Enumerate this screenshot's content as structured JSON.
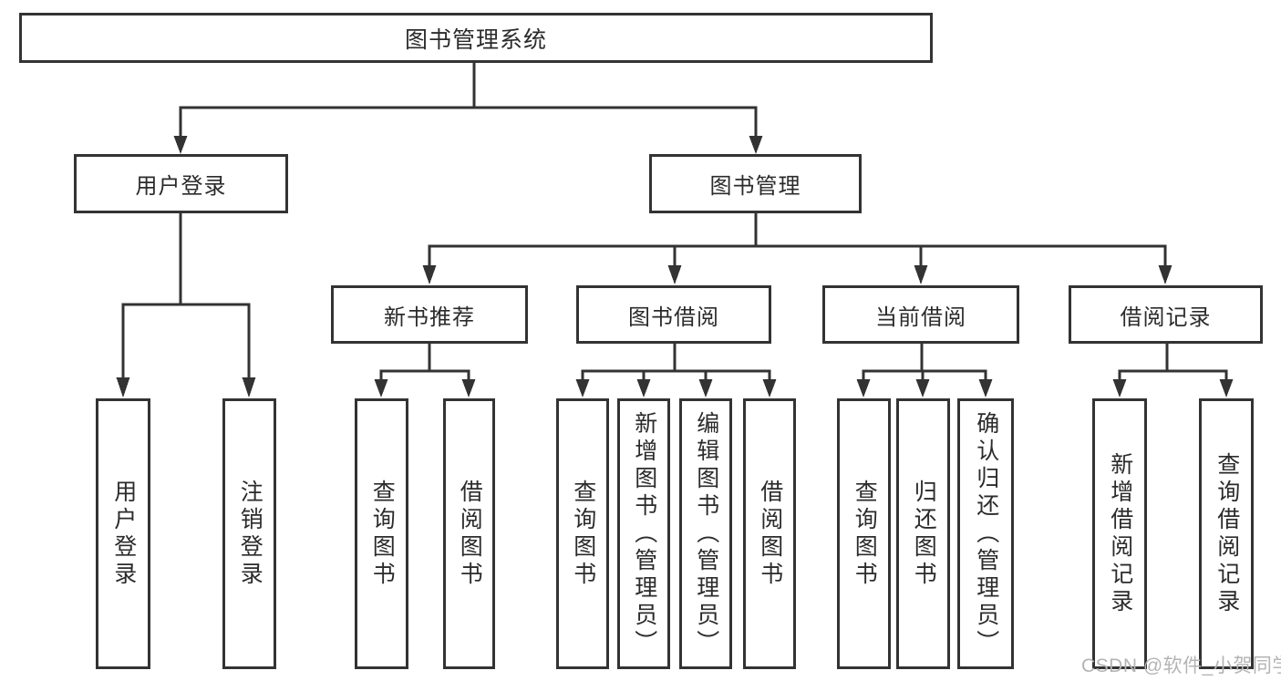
{
  "colors": {
    "line": "#333333",
    "text": "#2b2b2b",
    "box_bg": "#ffffff",
    "watermark": "#b4b4b4"
  },
  "diagram": {
    "root": "图书管理系统",
    "level1": [
      "用户登录",
      "图书管理"
    ],
    "level2": [
      "新书推荐",
      "图书借阅",
      "当前借阅",
      "借阅记录"
    ],
    "leaves": {
      "user_login": [
        "用户登录",
        "注销登录"
      ],
      "new_book_recommend": [
        "查询图书",
        "借阅图书"
      ],
      "book_borrowing": [
        "查询图书",
        "新增图书（管理员）",
        "编辑图书（管理员）",
        "借阅图书"
      ],
      "current_borrowing": [
        "查询图书",
        "归还图书",
        "确认归还（管理员）"
      ],
      "borrowing_records": [
        "新增借阅记录",
        "查询借阅记录"
      ]
    }
  },
  "watermark": "CSDN @软件_小贺同学"
}
